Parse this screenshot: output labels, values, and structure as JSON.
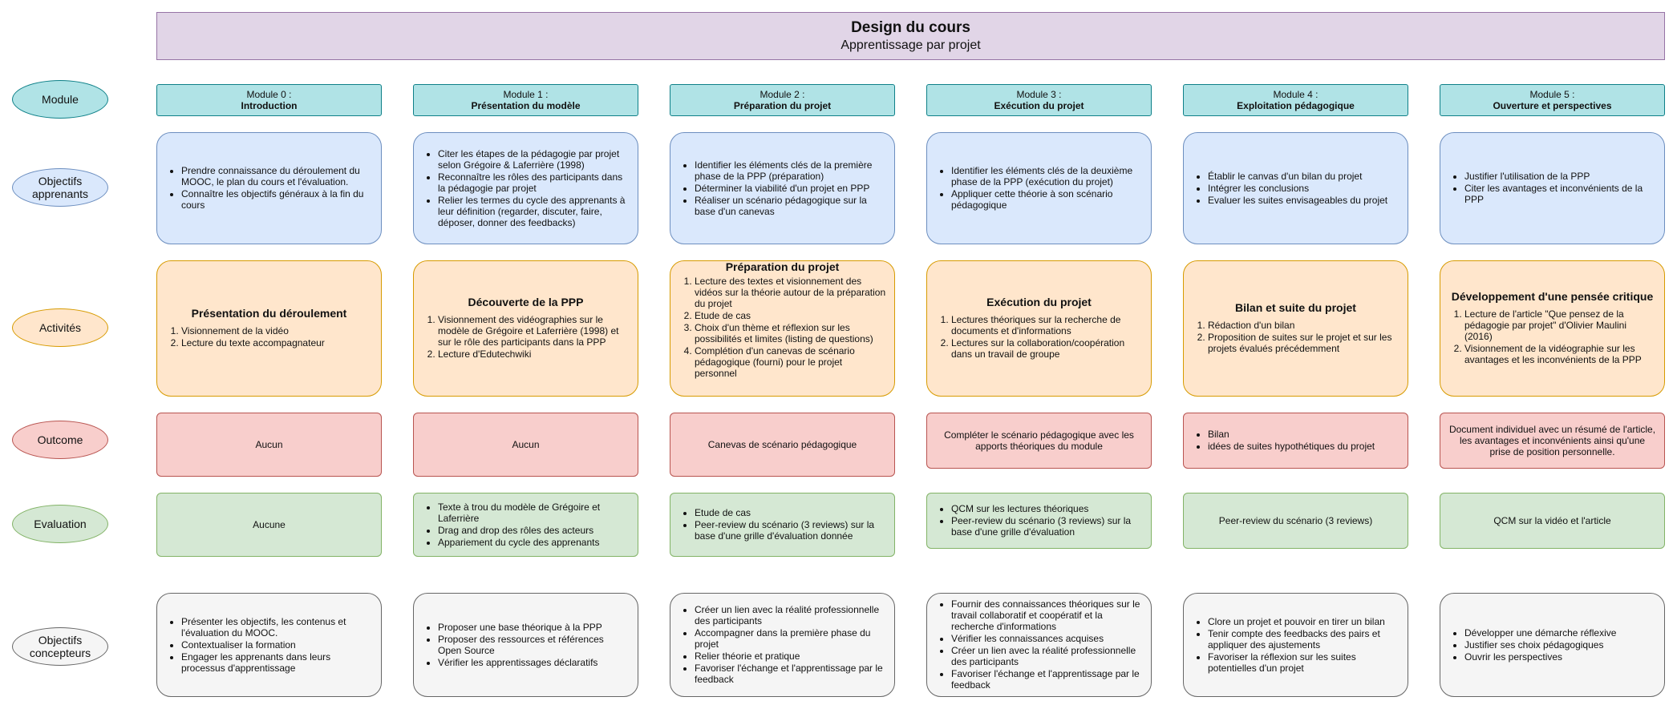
{
  "title": {
    "main": "Design du cours",
    "sub": "Apprentissage par projet"
  },
  "row_labels": {
    "module": "Module",
    "objectifs_line1": "Objectifs",
    "objectifs_line2": "apprenants",
    "activites": "Activités",
    "outcome": "Outcome",
    "evaluation": "Evaluation",
    "concepteurs_line1": "Objectifs",
    "concepteurs_line2": "concepteurs"
  },
  "colors": {
    "title_fill": "#e1d5e7",
    "module_fill": "#b0e3e6",
    "objectifs_fill": "#dae8fc",
    "activites_fill": "#ffe6cc",
    "outcome_fill": "#f8cecc",
    "evaluation_fill": "#d5e8d4",
    "concepteurs_fill": "#f5f5f5"
  },
  "modules": [
    {
      "num": "Module 0 :",
      "name": "Introduction",
      "objectifs": [
        "Prendre connaissance du déroulement du MOOC, le plan du cours et l'évaluation.",
        "Connaître les objectifs généraux à la fin du cours"
      ],
      "act_title": "Présentation du déroulement",
      "activites": [
        "Visionnement de la vidéo",
        "Lecture du texte accompagnateur"
      ],
      "outcome": "Aucun",
      "evaluation_text": "Aucune",
      "evaluation_list": [],
      "concepteurs": [
        "Présenter les objectifs, les contenus  et l'évaluation du MOOC.",
        "Contextualiser la formation",
        "Engager les apprenants dans leurs processus d'apprentissage"
      ]
    },
    {
      "num": "Module 1 :",
      "name": "Présentation du modèle",
      "objectifs": [
        "Citer les étapes de la pédagogie par projet selon Grégoire & Laferrière (1998)",
        "Reconnaître les rôles des participants dans la pédagogie par projet",
        "Relier les termes du cycle des apprenants à leur définition (regarder, discuter, faire, déposer, donner des feedbacks)"
      ],
      "act_title": "Découverte de la PPP",
      "activites": [
        "Visionnement des vidéographies sur le modèle de Grégoire et Laferrière (1998) et sur le rôle des participants dans la PPP",
        "Lecture d'Edutechwiki"
      ],
      "outcome": "Aucun",
      "evaluation_text": "",
      "evaluation_list": [
        "Texte à trou du modèle de Grégoire et Laferrière",
        "Drag and drop des rôles des acteurs",
        "Appariement du cycle des apprenants"
      ],
      "concepteurs": [
        "Proposer une base théorique à la PPP",
        "Proposer des ressources et références Open Source",
        "Vérifier les apprentissages déclaratifs"
      ]
    },
    {
      "num": "Module 2 :",
      "name": "Préparation du projet",
      "objectifs": [
        "Identifier les éléments clés de la première phase de la PPP (préparation)",
        "Déterminer la viabilité d'un projet en PPP",
        "Réaliser un scénario pédagogique sur la base d'un canevas"
      ],
      "act_title": "Préparation du projet",
      "activites": [
        "Lecture des textes et visionnement des vidéos sur la théorie autour de la préparation du projet",
        "Etude de cas",
        "Choix d'un thème et réflexion sur les possibilités et limites (listing de questions)",
        "Complétion d'un canevas de scénario pédagogique (fourni) pour le projet personnel"
      ],
      "outcome": "Canevas de scénario pédagogique",
      "evaluation_text": "",
      "evaluation_list": [
        "Etude de cas",
        "Peer-review du scénario (3 reviews) sur la base d'une grille d'évaluation donnée"
      ],
      "concepteurs": [
        "Créer un lien avec la réalité professionnelle des participants",
        "Accompagner dans la première phase du projet",
        "Relier théorie et pratique",
        "Favoriser l'échange et l'apprentissage par le feedback"
      ]
    },
    {
      "num": "Module 3 :",
      "name": "Exécution du projet",
      "objectifs": [
        "Identifier les éléments clés de la deuxième phase de la PPP (exécution du projet)",
        "Appliquer cette théorie à son scénario pédagogique"
      ],
      "act_title": "Exécution du projet",
      "activites": [
        "Lectures théoriques sur la recherche de documents et d'informations",
        "Lectures sur la collaboration/coopération dans un travail de groupe"
      ],
      "outcome": "Compléter le scénario pédagogique avec les apports théoriques du module",
      "evaluation_text": "",
      "evaluation_list": [
        "QCM sur les lectures théoriques",
        "Peer-review du scénario (3 reviews) sur la base d'une grille d'évaluation"
      ],
      "concepteurs": [
        "Fournir des connaissances théoriques sur le travail collaboratif et coopératif et la recherche d'informations",
        "Vérifier les connaissances acquises",
        "Créer un lien avec la réalité professionnelle des participants",
        "Favoriser l'échange et l'apprentissage par le feedback"
      ]
    },
    {
      "num": "Module 4 :",
      "name": "Exploitation pédagogique",
      "objectifs": [
        "Établir le canvas d'un bilan du projet",
        "Intégrer les conclusions",
        "Evaluer les suites envisageables du projet"
      ],
      "act_title": "Bilan et suite du projet",
      "activites": [
        "Rédaction d'un bilan",
        "Proposition de suites sur le projet et sur les projets évalués précédemment"
      ],
      "outcome": "",
      "outcome_list": [
        "Bilan",
        "idées de suites hypothétiques du projet"
      ],
      "evaluation_text": "Peer-review du scénario  (3 reviews)",
      "evaluation_list": [],
      "concepteurs": [
        "Clore un projet et pouvoir en tirer un bilan",
        "Tenir compte des feedbacks des pairs et appliquer des ajustements",
        "Favoriser la réflexion sur les suites potentielles d'un projet"
      ]
    },
    {
      "num": "Module 5 :",
      "name": "Ouverture et perspectives",
      "objectifs": [
        "Justifier l'utilisation de la PPP",
        "Citer les avantages et inconvénients de la PPP"
      ],
      "act_title": "Développement d'une pensée critique",
      "activites": [
        "Lecture de l'article \"Que pensez de la pédagogie par projet\" d'Olivier Maulini (2016)",
        "Visionnement de la vidéographie sur les avantages et les inconvénients de la PPP"
      ],
      "outcome": "Document individuel avec un résumé de l'article, les avantages et inconvénients ainsi qu'une prise de position personnelle.",
      "evaluation_text": "QCM sur la vidéo et l'article",
      "evaluation_list": [],
      "concepteurs": [
        "Développer une démarche réflexive",
        "Justifier ses choix pédagogiques",
        "Ouvrir les perspectives"
      ]
    }
  ]
}
